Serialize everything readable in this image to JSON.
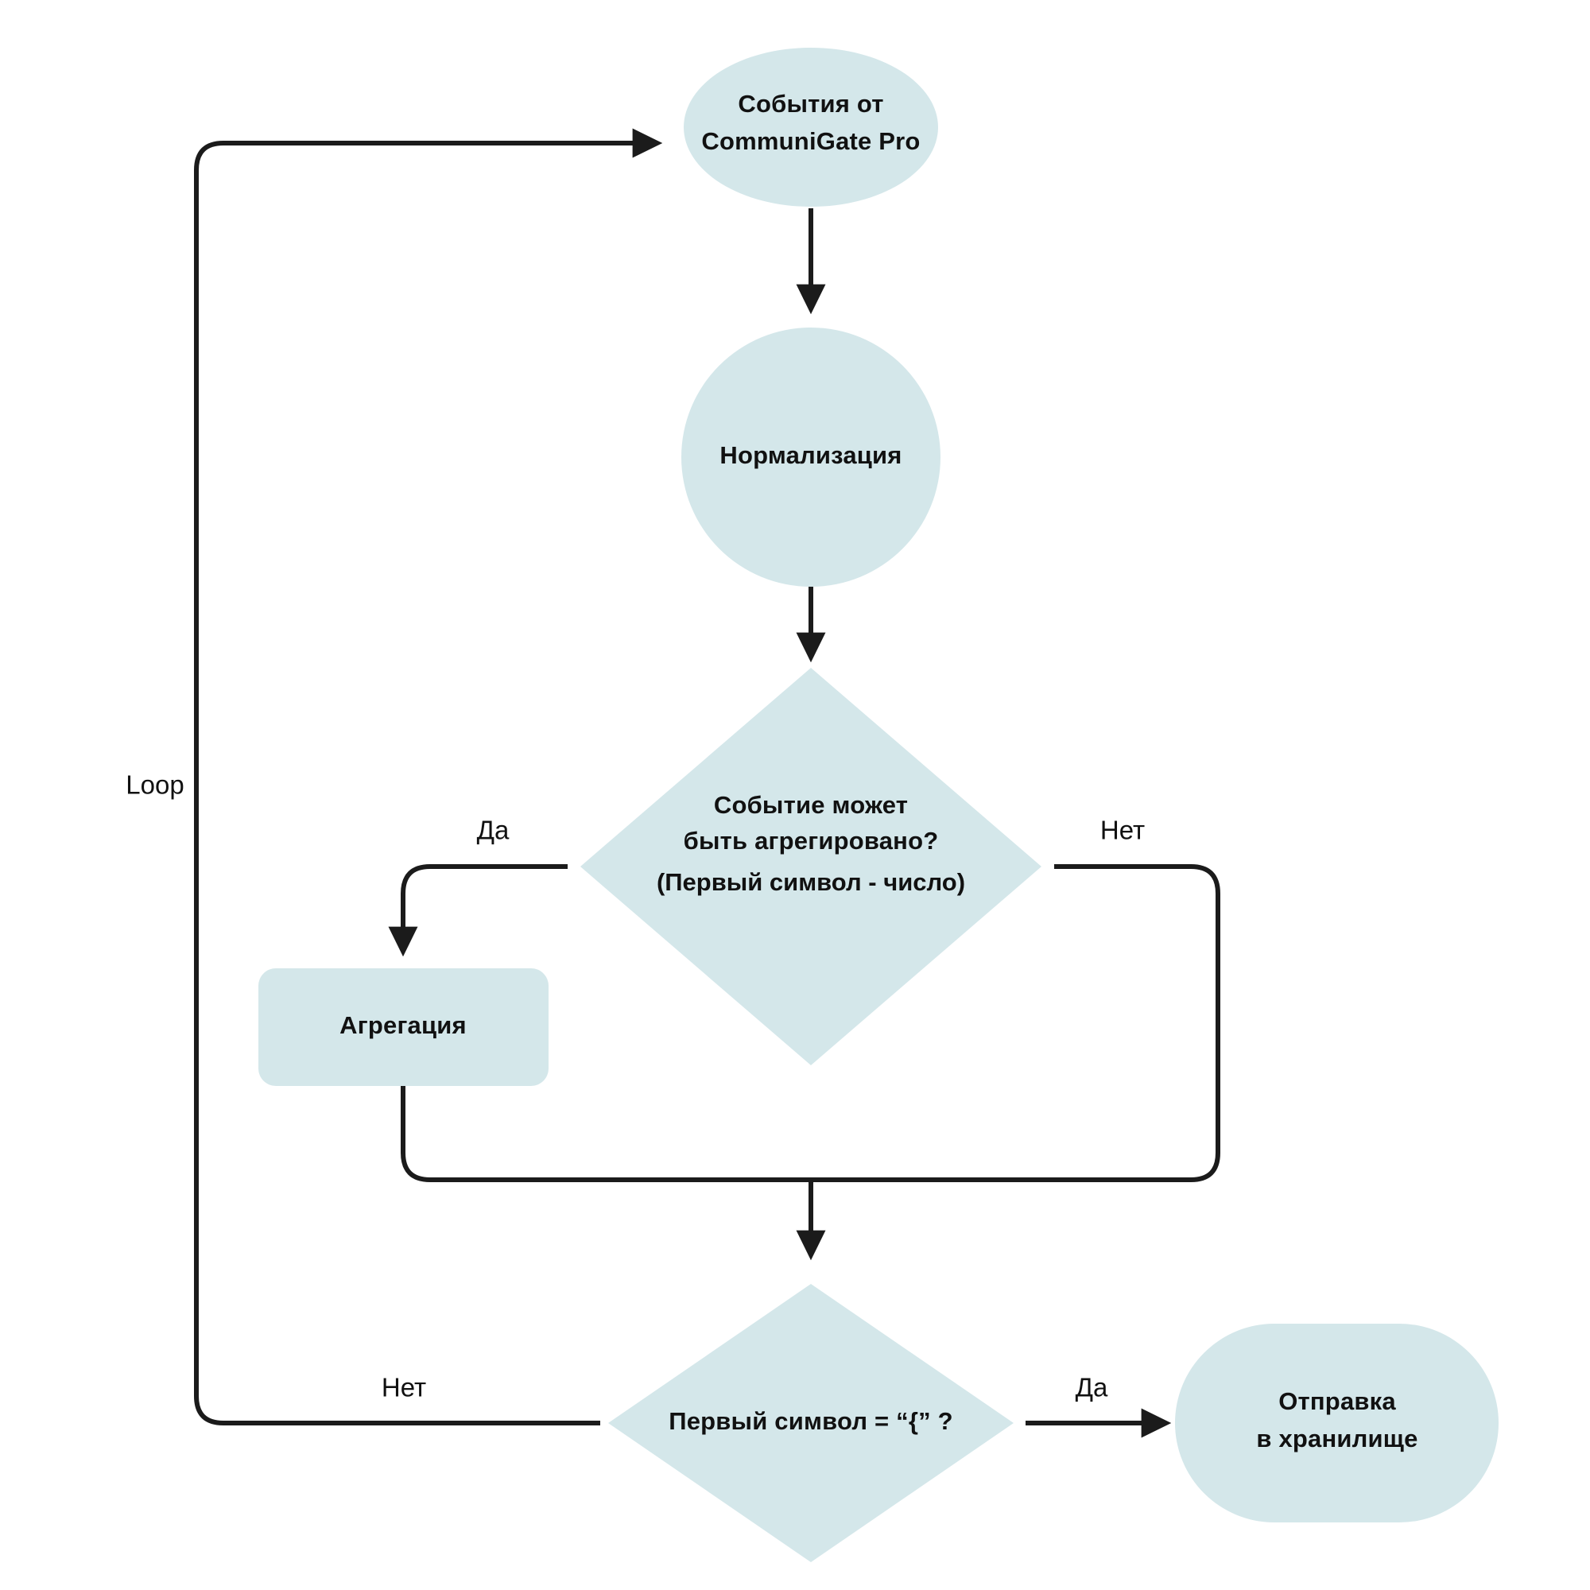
{
  "diagram": {
    "type": "flowchart",
    "direction": "top-to-bottom",
    "background_color": "#ffffff",
    "node_fill_color": "#d4e7ea",
    "edge_color": "#1b1b1b",
    "text_color": "#111111"
  },
  "nodes": {
    "source": {
      "shape": "ellipse",
      "line1": "События от",
      "line2": "CommuniGate Pro"
    },
    "normalize": {
      "shape": "circle",
      "label": "Нормализация"
    },
    "decision_aggregate": {
      "shape": "diamond",
      "line1": "Событие может",
      "line2": "быть агрегировано?",
      "note": "(Первый символ - число)"
    },
    "aggregation": {
      "shape": "rounded-rect",
      "label": "Агрегация"
    },
    "decision_brace": {
      "shape": "diamond",
      "label": "Первый символ  = “{” ?"
    },
    "storage": {
      "shape": "stadium",
      "line1": "Отправка",
      "line2": "в хранилище"
    }
  },
  "edge_labels": {
    "loop": "Loop",
    "aggregate_yes": "Да",
    "aggregate_no": "Нет",
    "brace_no": "Нет",
    "brace_yes": "Да"
  }
}
